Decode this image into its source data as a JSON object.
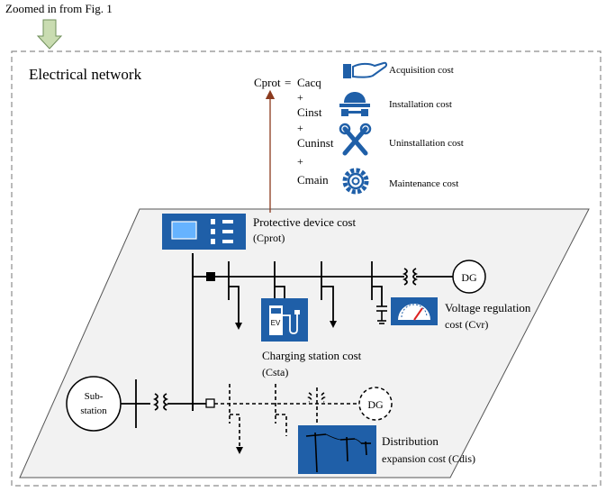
{
  "header": {
    "zoom_note": "Zoomed in from Fig. 1"
  },
  "panel": {
    "title": "Electrical network"
  },
  "cost_equation": {
    "lhs": "Cprot",
    "equals": "=",
    "terms": [
      "Cacq",
      "Cinst",
      "Cuninst",
      "Cmain"
    ],
    "plus": "+"
  },
  "cost_legend": [
    {
      "icon": "hand-icon",
      "label": "Acquisition cost"
    },
    {
      "icon": "hardhat-icon",
      "label": "Installation cost"
    },
    {
      "icon": "tools-icon",
      "label": "Uninstallation cost"
    },
    {
      "icon": "gear-icon",
      "label": "Maintenance cost"
    }
  ],
  "components": {
    "protective": {
      "line1": "Protective device cost",
      "line2": "(Cprot)"
    },
    "voltage": {
      "line1": "Voltage regulation",
      "line2": "cost (Cvr)"
    },
    "charging": {
      "line1": "Charging station cost",
      "line2": "(Csta)"
    },
    "distribution": {
      "line1": "Distribution",
      "line2": "expansion cost (Cdis)"
    },
    "dg_top": "DG",
    "dg_bottom": "DG",
    "substation": {
      "line1": "Sub-",
      "line2": "station"
    },
    "ev_label": "EV"
  },
  "colors": {
    "arrow": "#8b3a1e",
    "icon_blue": "#1f5fa8",
    "plane_fill": "#f2f2f2",
    "arrow_green_fill": "#c9dcb1"
  }
}
